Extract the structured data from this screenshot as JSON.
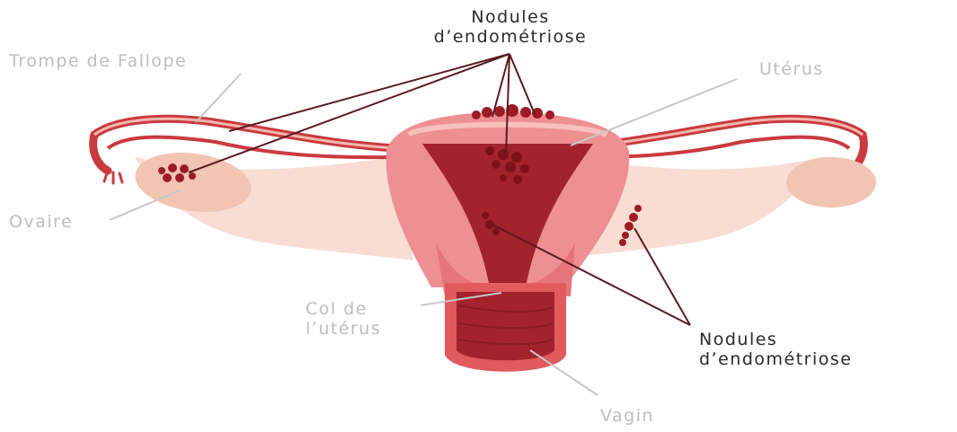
{
  "labels": {
    "nodules_top": [
      "Nodules",
      "d’endométriose"
    ],
    "trompe": "Trompe de Fallope",
    "uterus": "Utérus",
    "ovaire": "Ovaire",
    "col": [
      "Col de",
      "l’utérus"
    ],
    "nodules_bottom": [
      "Nodules",
      "d’endométriose"
    ],
    "vagin": "Vagin"
  },
  "colors": {
    "label_light": "#bdbdbd",
    "label_dark": "#2a2a2a",
    "tissue_pale": "#f7d2c8",
    "tissue_mid": "#f0a9a0",
    "muscle": "#e6757a",
    "cavity": "#a3232c",
    "tube": "#c93a3f",
    "ovary": "#f2c4b2",
    "nodule": "#9b1c25"
  }
}
